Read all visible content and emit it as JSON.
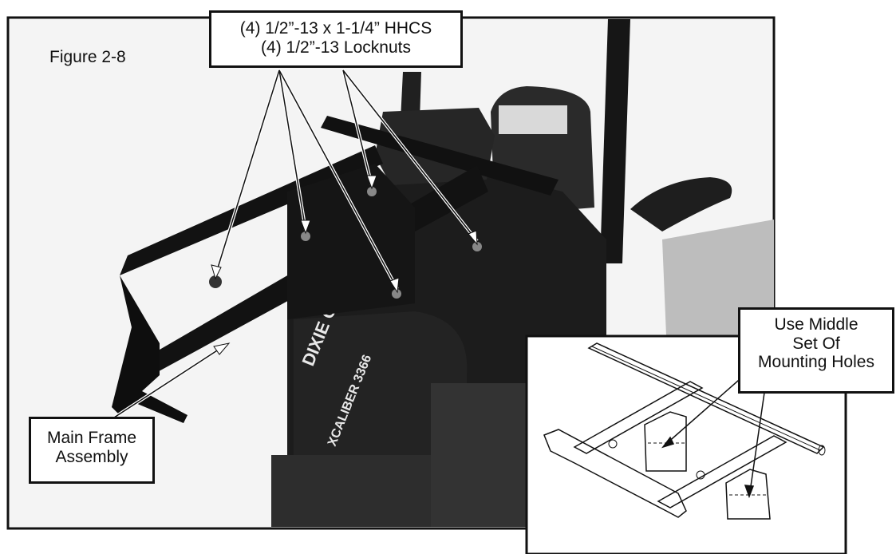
{
  "figure_label": "Figure 2-8",
  "hardware_callout": {
    "line1": "(4) 1/2”-13 x 1-1/4” HHCS",
    "line2": "(4) 1/2”-13 Locknuts"
  },
  "frame_callout": {
    "line1": "Main Frame",
    "line2": "Assembly"
  },
  "holes_callout": {
    "line1": "Use Middle",
    "line2": "Set Of",
    "line3": "Mounting Holes"
  },
  "photo_decal": {
    "brand": "DIXIE CHOPPER",
    "model": "XCALIBER 3366"
  },
  "colors": {
    "background": "#ffffff",
    "frame_border": "#111111",
    "machine": "#1c1c1c"
  }
}
